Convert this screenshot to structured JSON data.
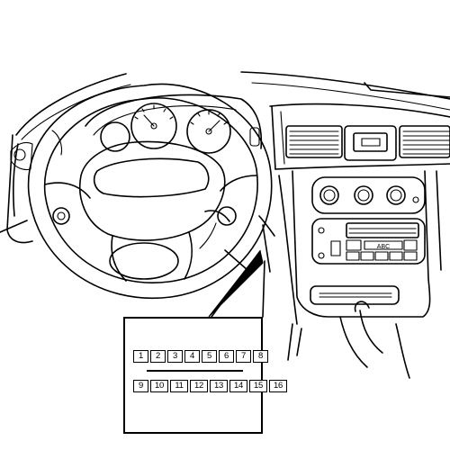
{
  "figure": {
    "connector": {
      "pins_top": [
        "1",
        "2",
        "3",
        "4",
        "5",
        "6",
        "7",
        "8"
      ],
      "pins_bottom": [
        "9",
        "10",
        "11",
        "12",
        "13",
        "14",
        "15",
        "16"
      ]
    },
    "radio_display": "ABC"
  }
}
